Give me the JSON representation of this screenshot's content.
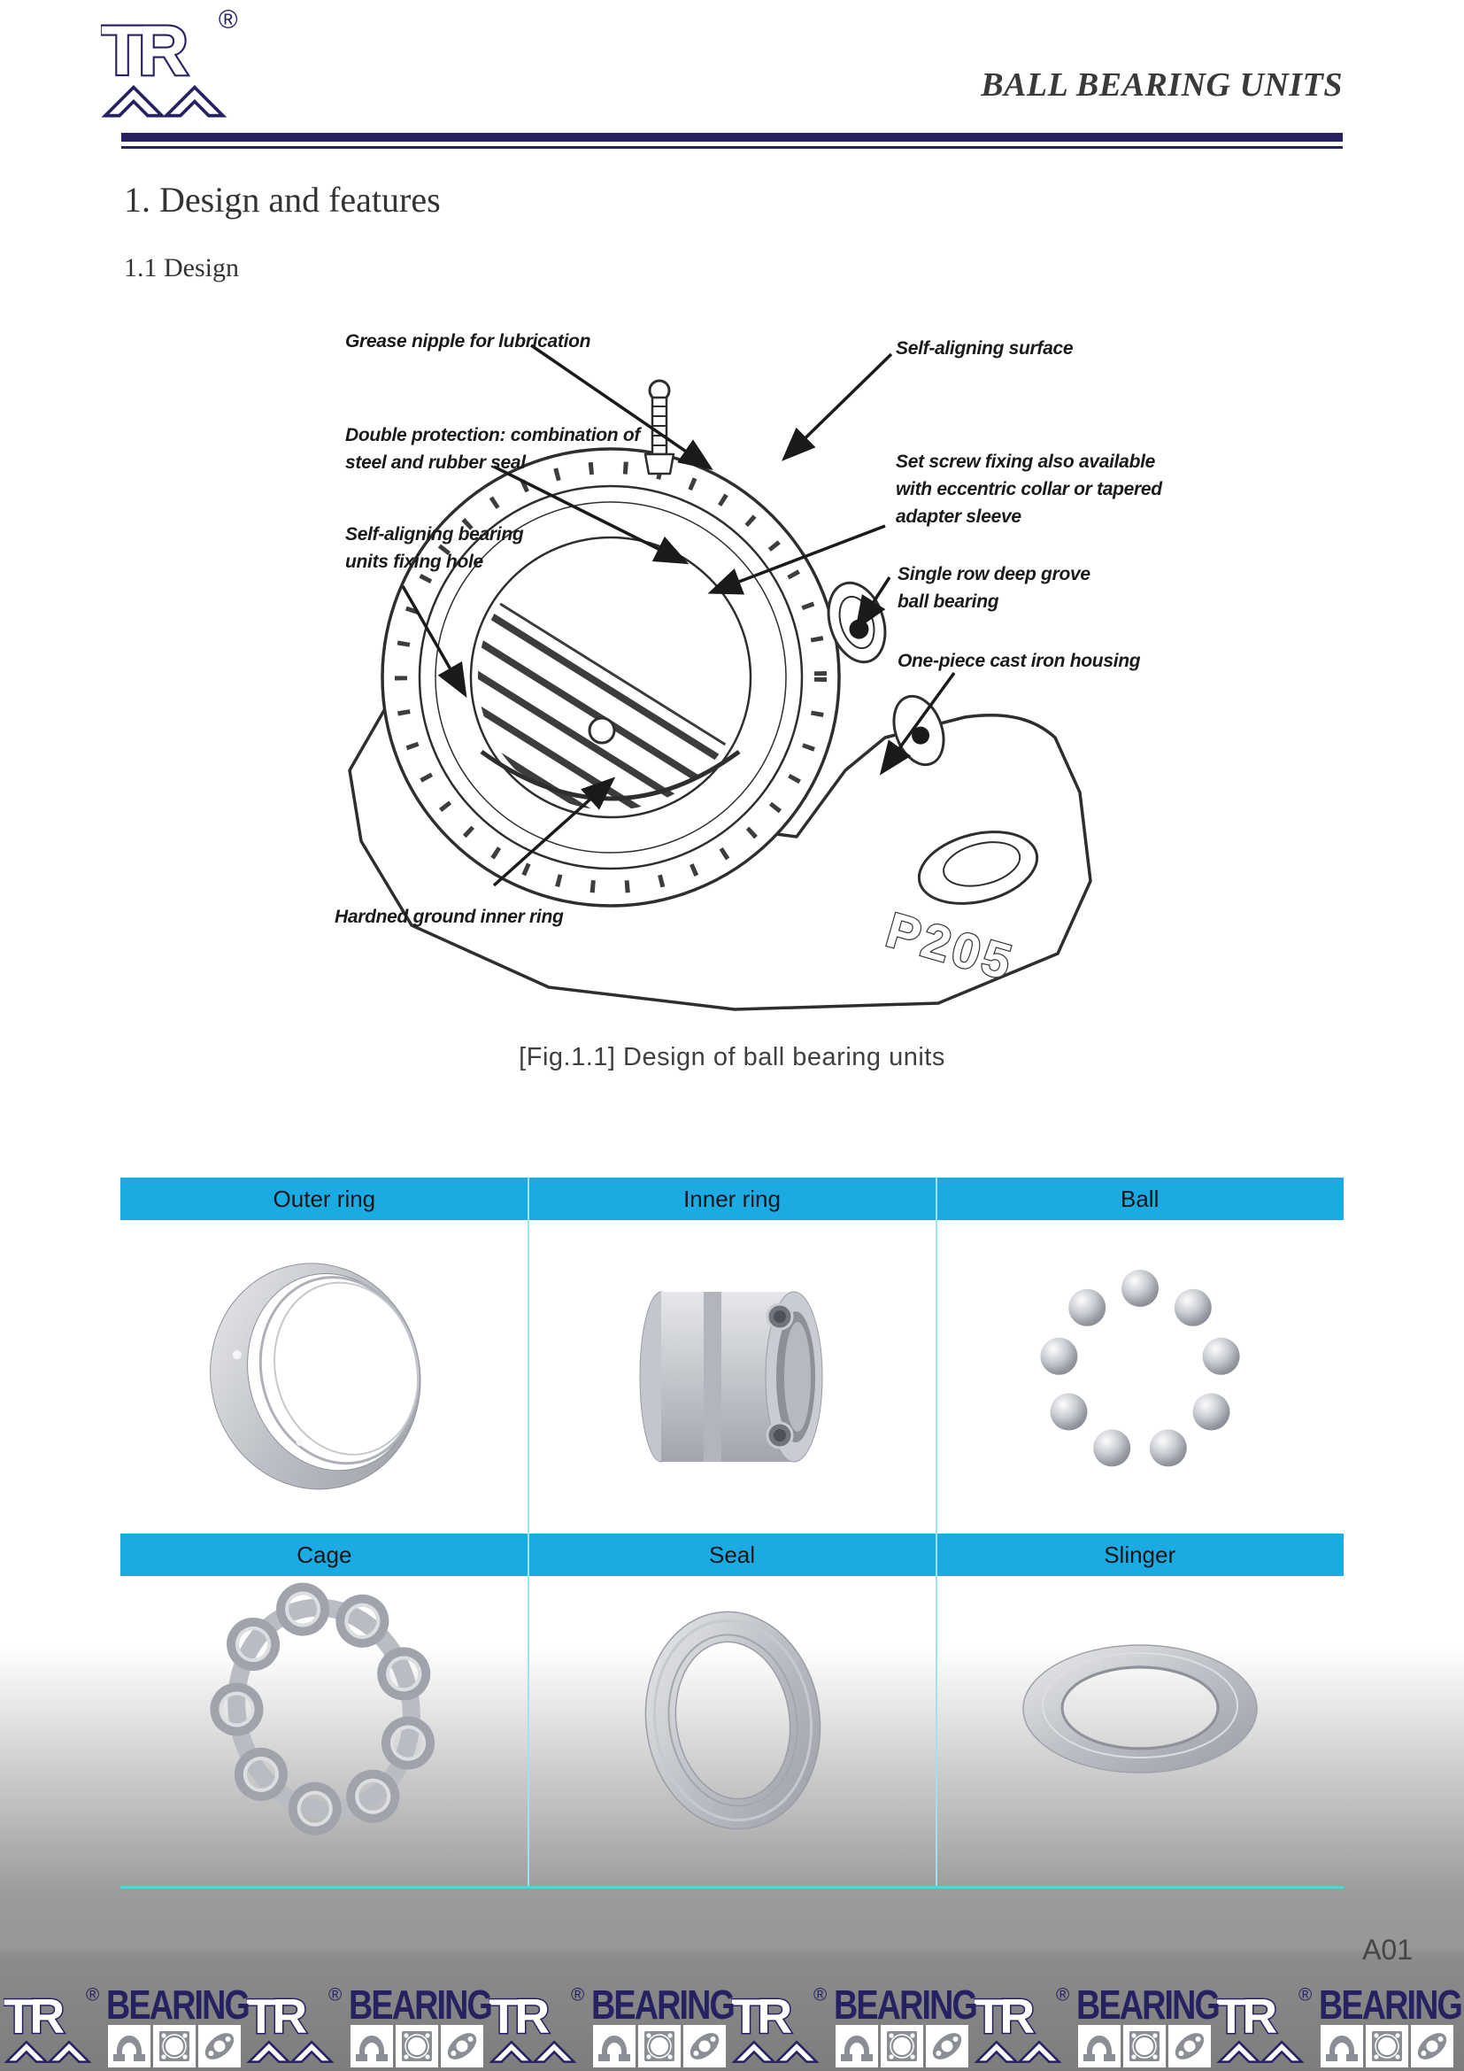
{
  "header": {
    "brand": "TR",
    "registered_mark": "®",
    "title": "BALL BEARING UNITS"
  },
  "headings": {
    "section": "1. Design and features",
    "subsection": "1.1 Design"
  },
  "figure": {
    "caption": "[Fig.1.1] Design of ball bearing units",
    "part_label": "P205",
    "callouts": {
      "grease_nipple": {
        "lines": [
          "Grease nipple for lubrication"
        ]
      },
      "double_protection": {
        "lines": [
          "Double protection: combination of",
          "steel and rubber seal"
        ]
      },
      "fixing_hole": {
        "lines": [
          "Self-aligning bearing",
          "units fixing hole"
        ]
      },
      "self_aligning_surface": {
        "lines": [
          "Self-aligning surface"
        ]
      },
      "set_screw": {
        "lines": [
          "Set screw fixing also available",
          "with eccentric collar or tapered",
          "adapter sleeve"
        ]
      },
      "ball_bearing": {
        "lines": [
          "Single row deep grove",
          "ball bearing"
        ]
      },
      "housing": {
        "lines": [
          "One-piece cast iron housing"
        ]
      },
      "inner_ring": {
        "lines": [
          "Hardned ground inner ring"
        ]
      }
    }
  },
  "parts_table": {
    "row1_headers": [
      "Outer ring",
      "Inner ring",
      "Ball"
    ],
    "row2_headers": [
      "Cage",
      "Seal",
      "Slinger"
    ],
    "header_bg": "#1aabe3",
    "grid_line": "#9fe2f2",
    "bottom_line": "#56d2d8"
  },
  "page_number": "A01",
  "footer": {
    "brand": "TR",
    "registered_mark": "®",
    "label": "BEARING",
    "units": 6
  },
  "colors": {
    "navy": "#262262",
    "table_header": "#1aabe3"
  }
}
